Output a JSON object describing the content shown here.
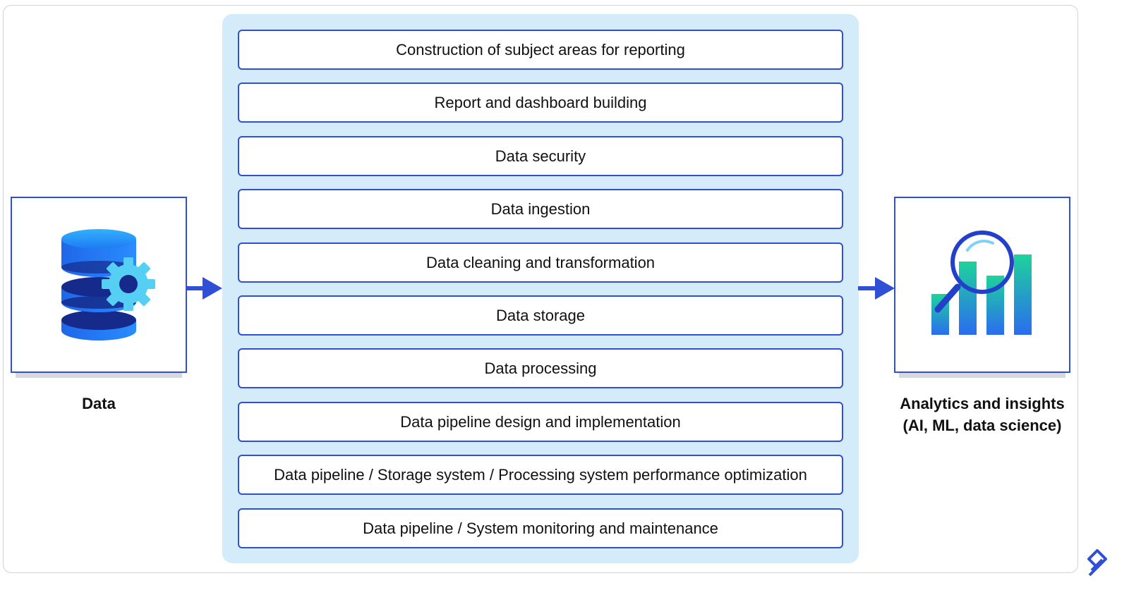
{
  "input": {
    "label": "Data",
    "icon": "database-gear-icon"
  },
  "output": {
    "label_line1": "Analytics and insights",
    "label_line2": "(AI, ML, data science)",
    "icon": "bar-chart-magnifier-icon"
  },
  "steps": [
    "Construction of subject areas for reporting",
    "Report and dashboard building",
    "Data security",
    "Data ingestion",
    "Data cleaning and transformation",
    "Data storage",
    "Data processing",
    "Data pipeline design and implementation",
    "Data pipeline / Storage system / Processing system performance optimization",
    "Data pipeline / System monitoring and maintenance"
  ],
  "colors": {
    "accent": "#2e4fd6",
    "panel": "#d4ebfa",
    "database_top": "#29a4ff",
    "database_dark": "#152a8a",
    "gear": "#56cff5",
    "chart_green": "#1ed39b",
    "chart_blue": "#2b6cf0"
  },
  "logo": "toptal-logo-icon"
}
